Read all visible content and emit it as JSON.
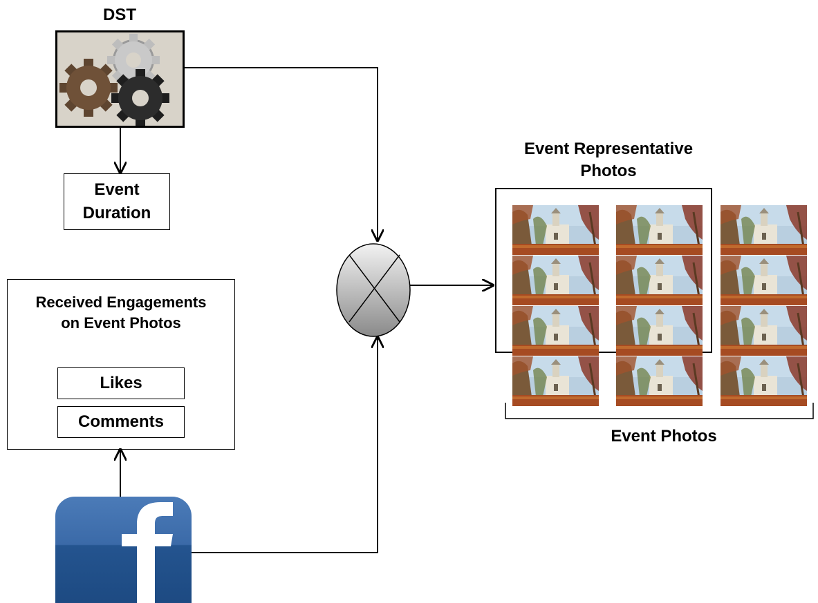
{
  "diagram": {
    "dst": {
      "title": "DST",
      "icon": "gears-icon"
    },
    "event_duration": {
      "line1": "Event",
      "line2": "Duration"
    },
    "engagements": {
      "title_line1": "Received Engagements",
      "title_line2": "on Event Photos",
      "likes": "Likes",
      "comments": "Comments"
    },
    "facebook": {
      "icon": "facebook-icon",
      "glyph": "f",
      "color": "#2d5f9a"
    },
    "combiner": {
      "icon": "multiply-circle-icon"
    },
    "representative": {
      "line1": "Event Representative",
      "line2": "Photos"
    },
    "event_photos": {
      "label": "Event Photos",
      "rows": 4,
      "cols": 3
    }
  }
}
